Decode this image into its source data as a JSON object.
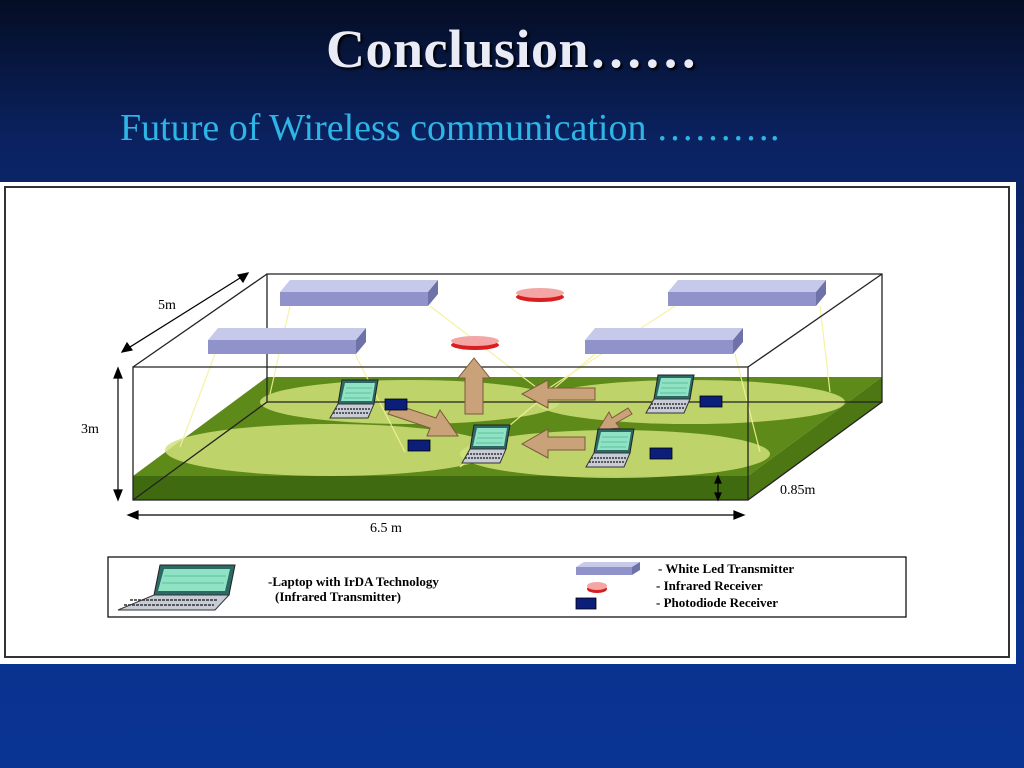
{
  "slide": {
    "title": "Conclusion……",
    "subtitle": "Future of Wireless communication ………."
  },
  "diagram": {
    "dimensions": {
      "depth": "5m",
      "height": "3m",
      "width": "6.5 m",
      "desk_height": "0.85m"
    },
    "legend": {
      "laptop_line1": "-Laptop with IrDA Technology",
      "laptop_line2": "(Infrared Transmitter)",
      "white_led": "- White Led Transmitter",
      "infrared": "- Infrared Receiver",
      "photodiode": "- Photodiode Receiver"
    },
    "colors": {
      "led_panel": "#8f93c9",
      "ir_receiver": "#d81e1e",
      "photodiode": "#0b1f7a",
      "floor": "#5e8a1a",
      "coverage": "#cfe07a",
      "arrow": "#c9a27a"
    }
  }
}
